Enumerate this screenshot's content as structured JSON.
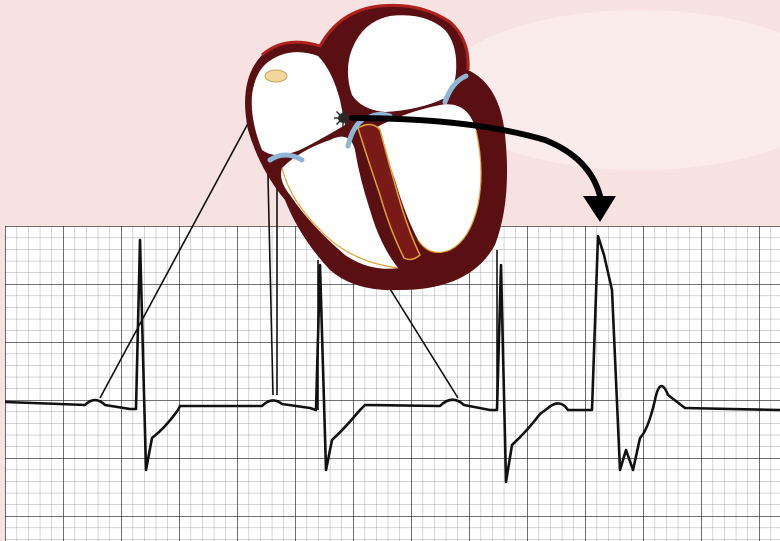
{
  "colors": {
    "background": "#f6e3e1",
    "grid_paper": "#ffffff",
    "grid_minor": "#9a9a9a",
    "grid_major": "#202020",
    "ecg_trace": "#111111",
    "myocardium": "#5a0f12",
    "myocardium_highlight": "#b0201d",
    "chamber": "#ffffff",
    "sa_node": "#f2d79a",
    "valve": "#8fb6d6",
    "arrow": "#000000",
    "ectopic_focus": "#2a2a2a"
  },
  "diagram": {
    "subject": "heart-cross-section-with-ecg-strip",
    "ecg_complexes": [
      {
        "type": "sinus"
      },
      {
        "type": "sinus"
      },
      {
        "type": "sinus"
      },
      {
        "type": "premature-ventricular"
      }
    ],
    "icons": [
      "heart-icon",
      "sa-node-icon",
      "ectopic-focus-icon",
      "curved-arrow-icon"
    ]
  }
}
